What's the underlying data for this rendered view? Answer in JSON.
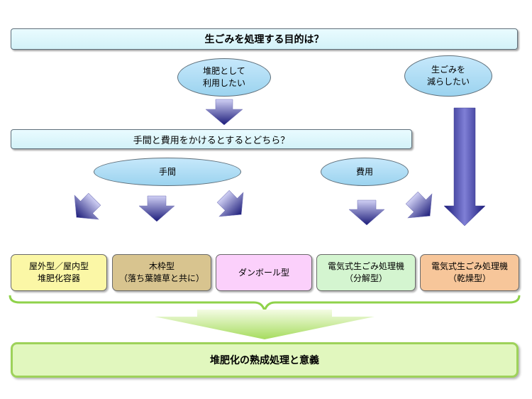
{
  "top_question": "生ごみを処理する目的は？",
  "purposes": {
    "compost": "堆肥として\n利用したい",
    "reduce": "生ごみを\n減らしたい"
  },
  "second_question": "手間と費用をかけるとするとどちら？",
  "choices": {
    "effort": "手間",
    "cost": "費用"
  },
  "options": [
    {
      "label": "屋外型／屋内型\n堆肥化容器",
      "color": "#fbf7a6"
    },
    {
      "label": "木枠型\n（落ち葉雑草と共に）",
      "color": "#d8c48f"
    },
    {
      "label": "ダンボール型",
      "color": "#fbd0fb"
    },
    {
      "label": "電気式生ごみ処理機\n（分解型）",
      "color": "#d4f5d0"
    },
    {
      "label": "電気式生ごみ処理機\n（乾燥型）",
      "color": "#f7c69a"
    }
  ],
  "result": "堆肥化の熟成処理と意義",
  "colors": {
    "arrow_dark": "#1c1c7a",
    "arrow_light": "#c9c9f2",
    "bracket": "#8fd24a",
    "banner_border": "#5f6f7a"
  }
}
